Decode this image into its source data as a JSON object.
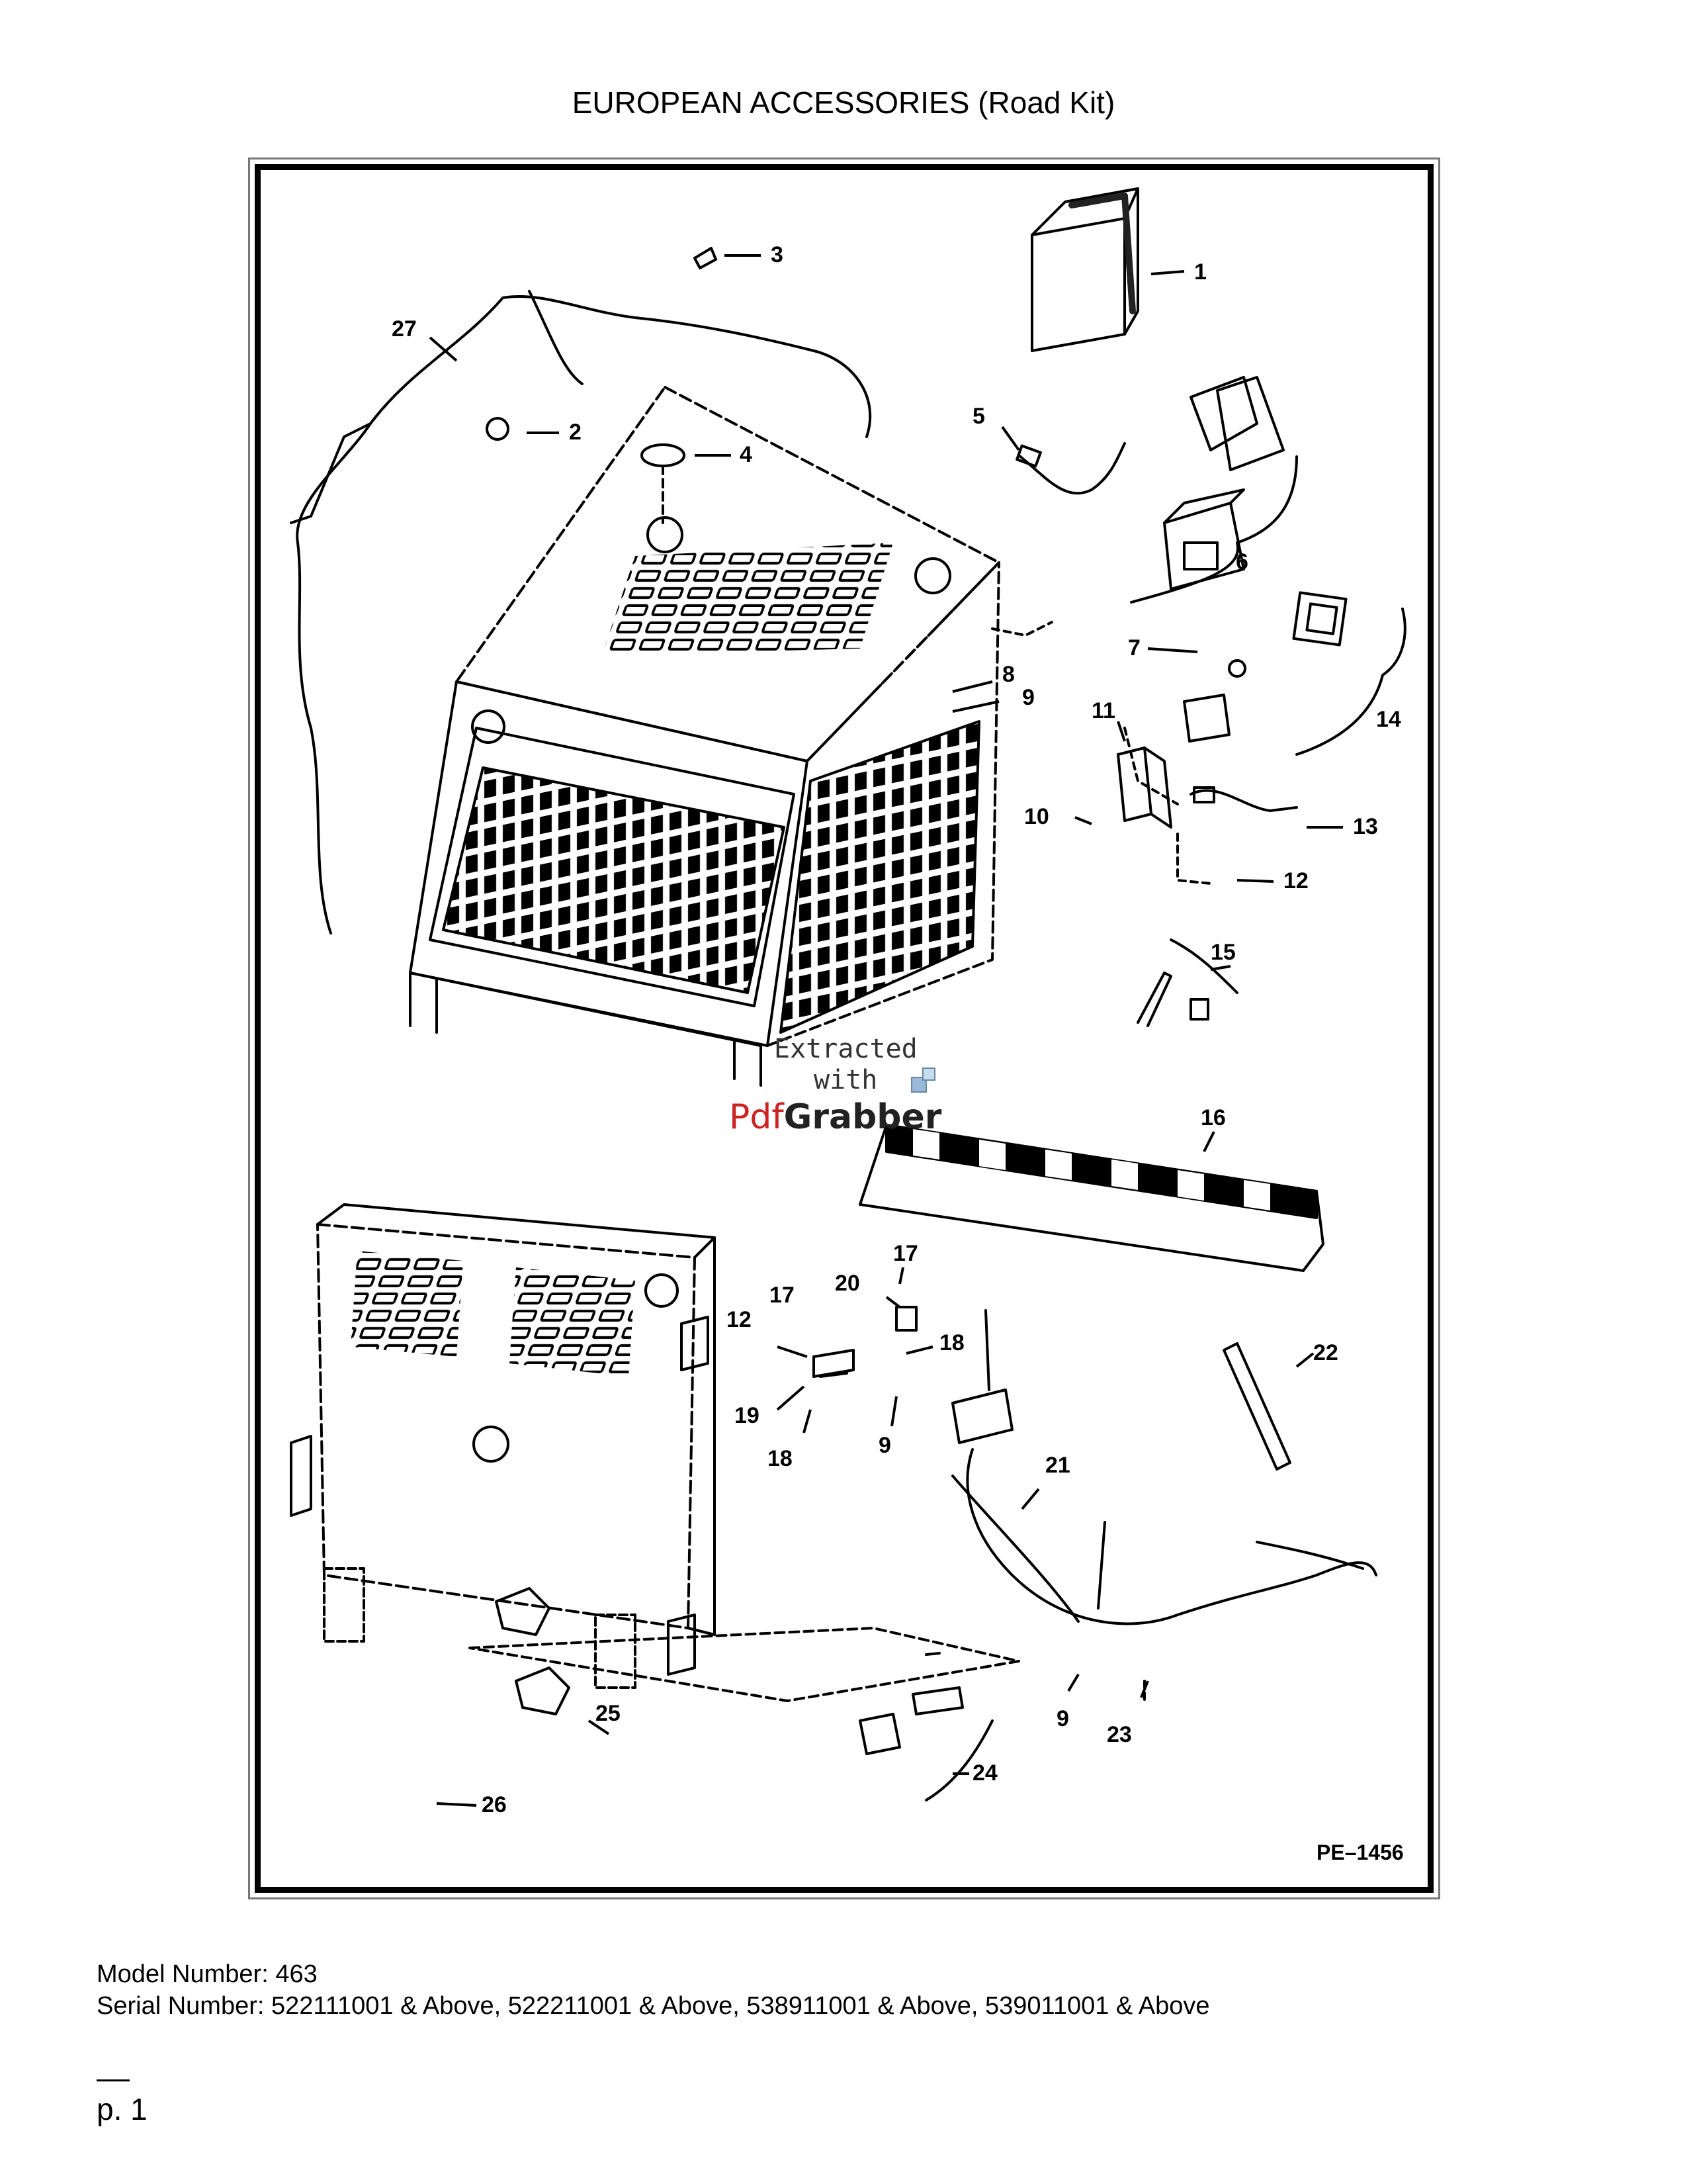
{
  "page": {
    "title": "EUROPEAN ACCESSORIES (Road Kit)",
    "reference_code": "PE–1456",
    "model_number": "Model Number: 463",
    "serial_number": "Serial Number: 522111001 & Above, 522211001 & Above, 538911001 & Above, 539011001 & Above",
    "page_number": "p. 1"
  },
  "watermark": {
    "line1": "Extracted",
    "line2": "with",
    "brand_a": "Pdf",
    "brand_b": "Grabber"
  },
  "callouts": {
    "c1": "1",
    "c2": "2",
    "c3": "3",
    "c4": "4",
    "c5": "5",
    "c6": "6",
    "c7": "7",
    "c8": "8",
    "c9a": "9",
    "c9b": "9",
    "c9c": "9",
    "c10": "10",
    "c11": "11",
    "c12a": "12",
    "c12b": "12",
    "c13": "13",
    "c14": "14",
    "c15": "15",
    "c16": "16",
    "c17a": "17",
    "c17b": "17",
    "c18a": "18",
    "c18b": "18",
    "c19": "19",
    "c20": "20",
    "c21": "21",
    "c22": "22",
    "c23": "23",
    "c24": "24",
    "c25": "25",
    "c26": "26",
    "c27": "27"
  },
  "colors": {
    "line": "#000000",
    "watermark_red": "#cc2222"
  }
}
